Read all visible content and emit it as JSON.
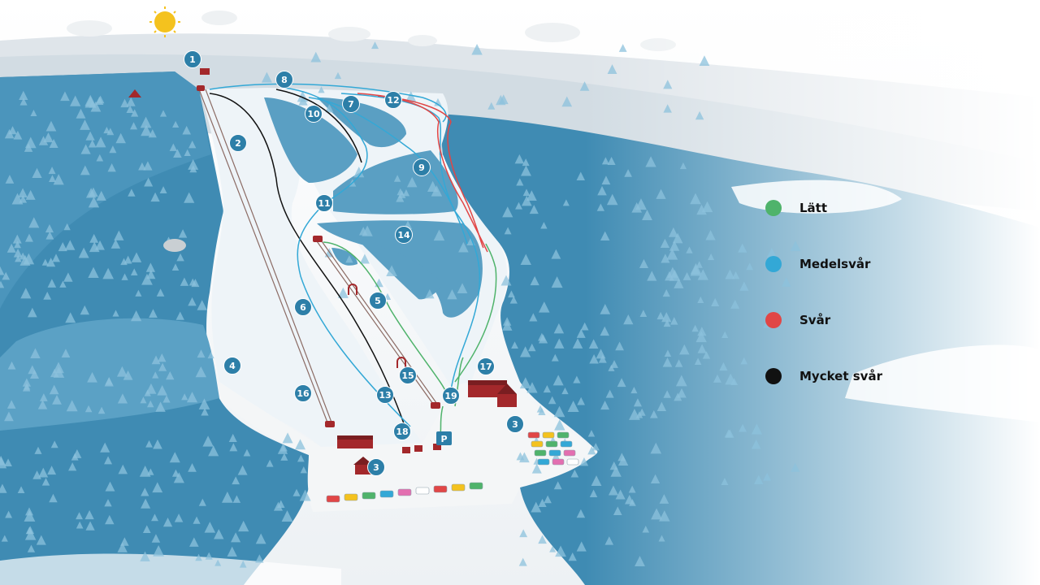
{
  "legend": {
    "items": [
      {
        "label": "Lätt",
        "color": "#4fb36b"
      },
      {
        "label": "Medelsvår",
        "color": "#33a8d6"
      },
      {
        "label": "Svår",
        "color": "#e14646"
      },
      {
        "label": "Mycket svår",
        "color": "#111111"
      }
    ]
  },
  "markers": [
    {
      "label": "1"
    },
    {
      "label": "2"
    },
    {
      "label": "3"
    },
    {
      "label": "3"
    },
    {
      "label": "4"
    },
    {
      "label": "5"
    },
    {
      "label": "6"
    },
    {
      "label": "7"
    },
    {
      "label": "8"
    },
    {
      "label": "9"
    },
    {
      "label": "10"
    },
    {
      "label": "11"
    },
    {
      "label": "12"
    },
    {
      "label": "13"
    },
    {
      "label": "14"
    },
    {
      "label": "15"
    },
    {
      "label": "16"
    },
    {
      "label": "17"
    },
    {
      "label": "18"
    },
    {
      "label": "19"
    }
  ],
  "parking": {
    "label": "P"
  },
  "colors": {
    "forest": "#3f8bb3",
    "forest_light": "#79b5d3",
    "snow": "#eef4f8",
    "marker": "#2d7fa8",
    "building": "#a3282b",
    "sun": "#f4c21e"
  },
  "icons": [
    "sun-icon",
    "building-icon",
    "parking-icon",
    "lift-station-icon",
    "car-icon"
  ]
}
